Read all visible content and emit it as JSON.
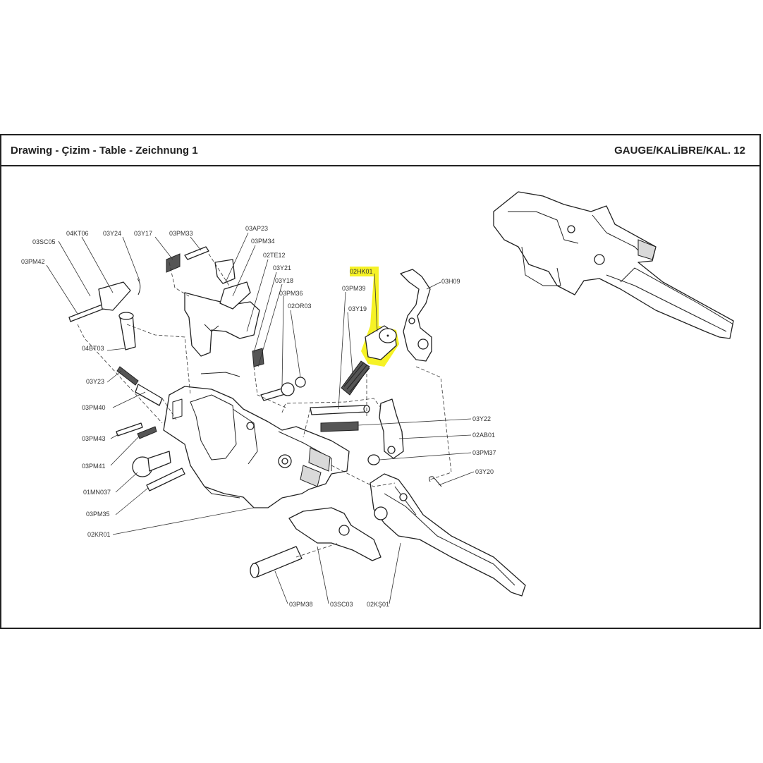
{
  "header": {
    "title": "Drawing - Çizim - Table - Zeichnung  1",
    "gauge": "GAUGE/KALİBRE/KAL. 12"
  },
  "highlight_color": "#f5f000",
  "labels": {
    "c03SC05": "03SC05",
    "c04KT06": "04KT06",
    "c03Y24": "03Y24",
    "c03Y17": "03Y17",
    "c03PM33": "03PM33",
    "c03AP23": "03AP23",
    "c03PM34": "03PM34",
    "c02TE12": "02TE12",
    "c03Y21": "03Y21",
    "c03Y18": "03Y18",
    "c03PM36": "03PM36",
    "c02OR03": "02OR03",
    "c03PM42": "03PM42",
    "c04BT03": "04BT03",
    "c03Y23": "03Y23",
    "c03PM40": "03PM40",
    "c03PM43": "03PM43",
    "c03PM41": "03PM41",
    "c01MN037": "01MN037",
    "c03PM35": "03PM35",
    "c02KR01": "02KR01",
    "c02HK01": "02HK01",
    "c03PM39": "03PM39",
    "c03Y19": "03Y19",
    "c03H09": "03H09",
    "c03Y22": "03Y22",
    "c02AB01": "02AB01",
    "c03PM37": "03PM37",
    "c03Y20": "03Y20",
    "c03PM38": "03PM38",
    "c03SC03": "03SC03",
    "c02KS01": "02KŞ01"
  }
}
